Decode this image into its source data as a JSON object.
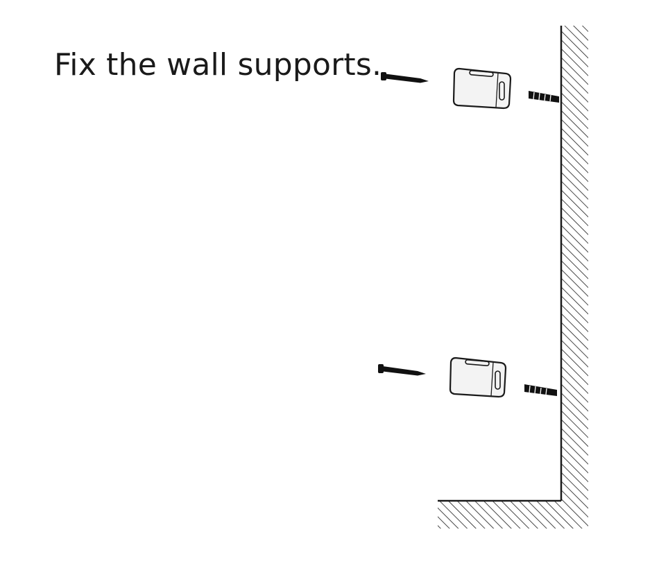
{
  "instruction": {
    "caption": "Fix the wall supports."
  },
  "colors": {
    "ink": "#1a1a1a",
    "screw": "#111111",
    "support_fill": "#f3f3f3",
    "background": "#ffffff"
  },
  "parts": [
    "screw",
    "wall-support",
    "wall-plug"
  ],
  "assembly_count": 2
}
